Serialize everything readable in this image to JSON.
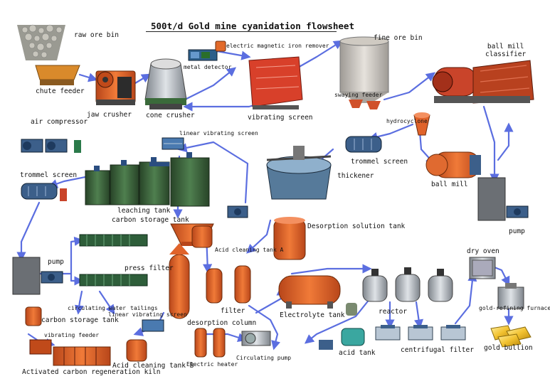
{
  "diagram": {
    "title": "500t/d Gold mine cyanidation flowsheet",
    "colors": {
      "flow_line": "#5b6ee0",
      "equipment_orange": "#e0632a",
      "equipment_green": "#3f6b3f",
      "equipment_blue": "#4d6fa3",
      "equipment_grey": "#8c8f93",
      "gold": "#f2c230"
    },
    "labels": {
      "raw_ore_bin": "raw ore bin",
      "chute_feeder": "chute feeder",
      "jaw_crusher": "jaw crusher",
      "cone_crusher": "cone crusher",
      "metal_detector": "metal detector",
      "electric_magnetic_iron_remover": "electric magnetic iron remover",
      "vibrating_screen": "vibrating screen",
      "fine_ore_bin": "fine ore bin",
      "swaying_feeder": "swaying feeder",
      "ball_mill_classifier": "ball mill\nclassifier",
      "air_compressor": "air compressor",
      "linear_vibrating_screen_top": "linear vibrating screen",
      "hydrocyclone": "hydrocyclone",
      "trommel_screen_right": "trommel screen",
      "thickener": "thickener",
      "ball_mill": "ball mill",
      "trommel_screen_left": "trommel screen",
      "leaching_tank": "leaching tank",
      "carbon_storage_tank_top": "carbon storage tank",
      "desorption_solution_tank": "Desorption solution tank",
      "pump_right": "pump",
      "pump_left": "pump",
      "press_filter": "press filter",
      "acid_cleaning_tank_a": "Acid cleaning tank A",
      "dry_oven": "dry oven",
      "circulating_water": "circulating water",
      "tailings": "tailings",
      "linear_vibrating_screen_bottom": "linear vibrating screen",
      "carbon_storage_tank_bottom": "carbon storage tank",
      "filter": "filter",
      "electrolyte_tank": "Electrolyte tank",
      "reactor": "reactor",
      "gold_refining_furnace": "gold-refining furnace",
      "desorption_column": "desorption column",
      "vibrating_feeder": "vibrating feeder",
      "acid_tank": "acid tank",
      "centrifugal_filter": "centrifugal filter",
      "gold_bullion": "gold bullion",
      "circulating_pump": "Circulating pump",
      "electric_heater": "Electric heater",
      "acid_cleaning_tank_b": "Acid cleaning tank B",
      "activated_carbon_regeneration_kiln": "Activated carbon regeneration kiln"
    }
  }
}
